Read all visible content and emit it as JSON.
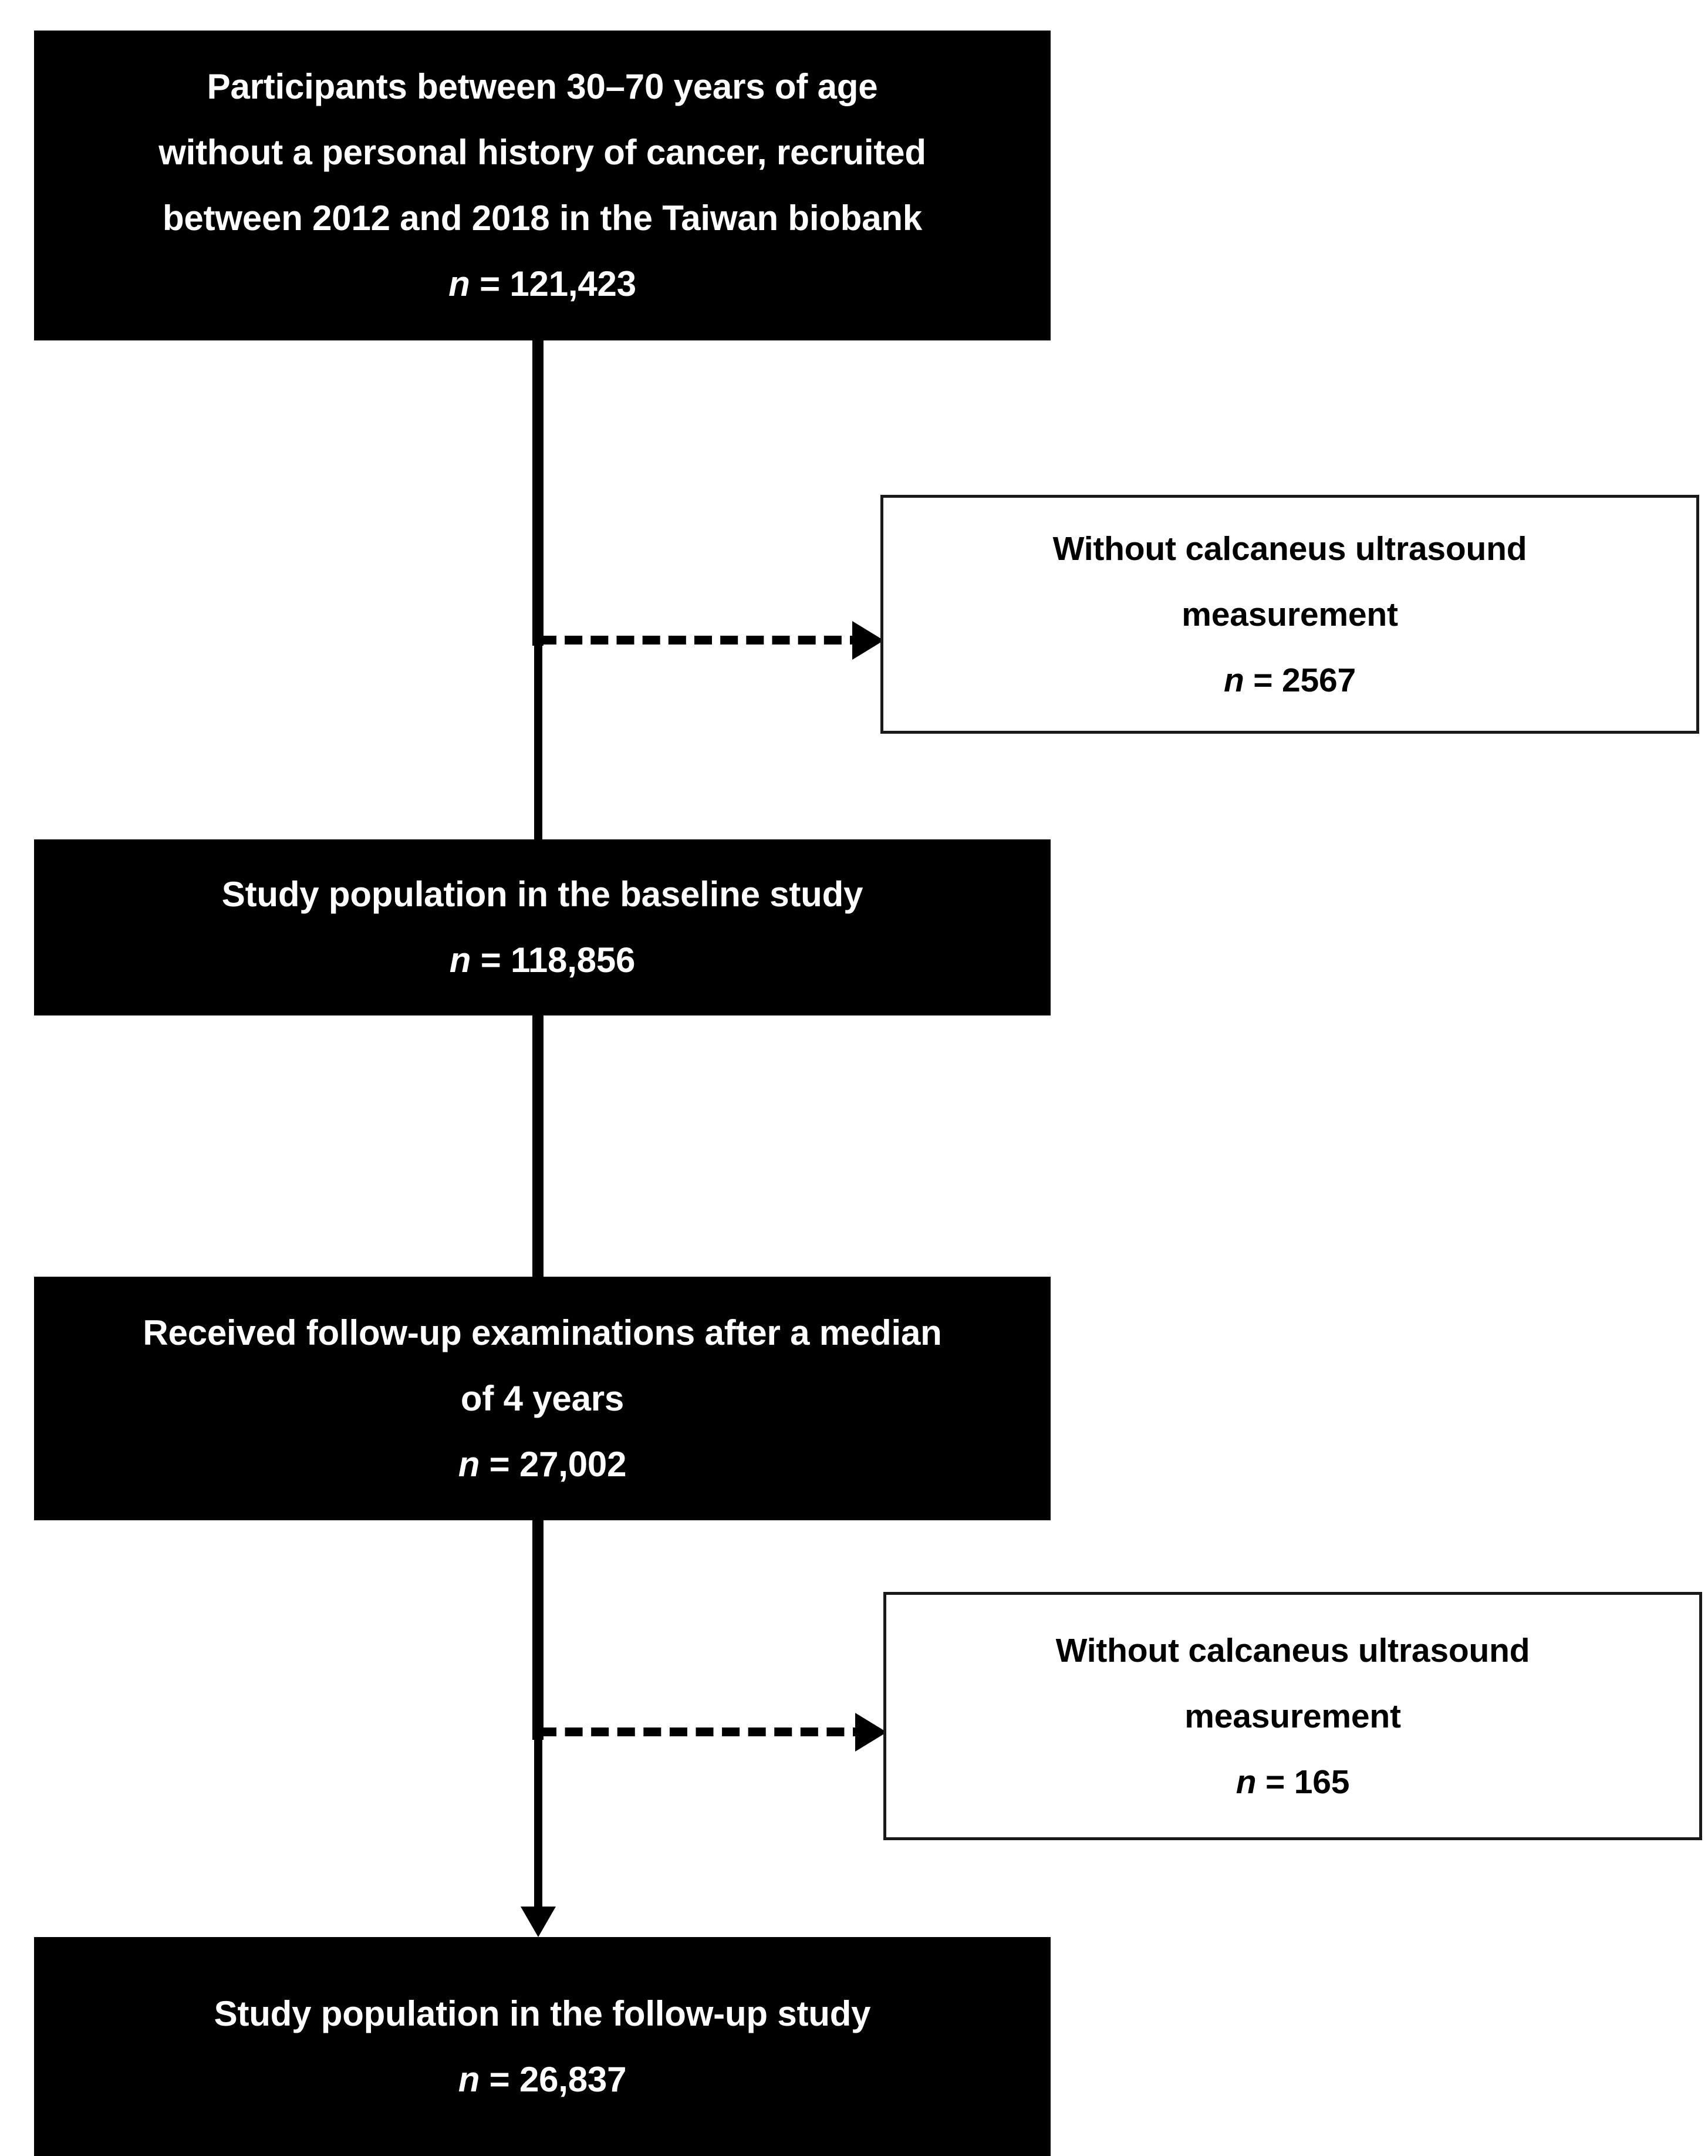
{
  "diagram": {
    "type": "study-participant-flowchart",
    "background_color": "#ffffff",
    "dark_box_color": "#000000",
    "dark_box_text_color": "#ffffff",
    "light_box_text_color": "#000000"
  },
  "nodes": {
    "enrollment": {
      "line1": "Participants between 30–70 years of age",
      "line2": "without a personal history of cancer, recruited",
      "line3": "between 2012 and 2018 in the Taiwan biobank",
      "line4_prefix": "n",
      "line4_value": " = 121,423"
    },
    "excluded_baseline": {
      "line1": "Without calcaneus ultrasound",
      "line2": "measurement",
      "line3_prefix": "n",
      "line3_value": " = 2567"
    },
    "baseline_population": {
      "line1": "Study population in the baseline study",
      "line2_prefix": "n",
      "line2_value": " = 118,856"
    },
    "followup_received": {
      "line1": "Received follow-up examinations after a median",
      "line2": "of 4 years",
      "line3_prefix": "n",
      "line3_value": " = 27,002"
    },
    "excluded_followup": {
      "line1": "Without calcaneus ultrasound",
      "line2": "measurement",
      "line3_prefix": "n",
      "line3_value": " = 165"
    },
    "followup_population": {
      "line1": "Study population in the follow-up study",
      "line2_prefix": "n",
      "line2_value": " = 26,837"
    }
  },
  "chart_data": {
    "type": "flowchart",
    "title": "",
    "steps": [
      {
        "id": "enrollment",
        "label": "Participants between 30–70 years of age without a personal history of cancer, recruited between 2012 and 2018 in the Taiwan biobank",
        "n": 121423,
        "style": "dark"
      },
      {
        "id": "excluded_baseline",
        "label": "Without calcaneus ultrasound measurement",
        "n": 2567,
        "style": "light",
        "role": "exclusion"
      },
      {
        "id": "baseline_population",
        "label": "Study population in the baseline study",
        "n": 118856,
        "style": "dark"
      },
      {
        "id": "followup_received",
        "label": "Received follow-up examinations after a median of 4 years",
        "n": 27002,
        "style": "dark"
      },
      {
        "id": "excluded_followup",
        "label": "Without calcaneus ultrasound measurement",
        "n": 165,
        "style": "light",
        "role": "exclusion"
      },
      {
        "id": "followup_population",
        "label": "Study population in the follow-up study",
        "n": 26837,
        "style": "dark"
      }
    ],
    "edges": [
      {
        "from": "enrollment",
        "to": "excluded_baseline",
        "style": "dashed",
        "direction": "right"
      },
      {
        "from": "enrollment",
        "to": "baseline_population",
        "style": "solid",
        "direction": "down"
      },
      {
        "from": "baseline_population",
        "to": "followup_received",
        "style": "solid",
        "direction": "down"
      },
      {
        "from": "followup_received",
        "to": "excluded_followup",
        "style": "dashed",
        "direction": "right"
      },
      {
        "from": "followup_received",
        "to": "followup_population",
        "style": "solid",
        "direction": "down"
      }
    ]
  }
}
